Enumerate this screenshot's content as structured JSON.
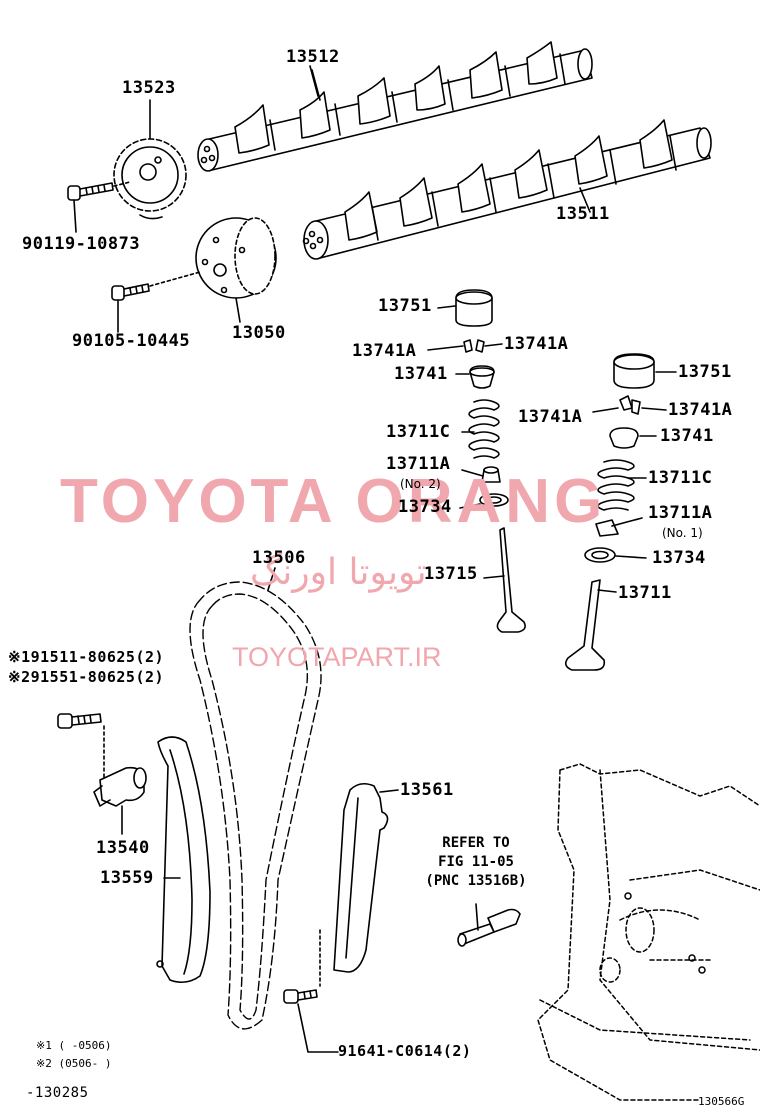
{
  "parts": {
    "p13512": "13512",
    "p13523": "13523",
    "p90119": "90119-10873",
    "p13511": "13511",
    "p90105": "90105-10445",
    "p13050": "13050",
    "p13751a": "13751",
    "p13741Aa": "13741A",
    "p13741Ab": "13741A",
    "p13741a": "13741",
    "p13711Ca": "13711C",
    "p13711Aa": "13711A",
    "no2": "(No. 2)",
    "p13734a": "13734",
    "p13751b": "13751",
    "p13741Ac": "13741A",
    "p13741Ad": "13741A",
    "p13741b": "13741",
    "p13711Cb": "13711C",
    "p13711Ab": "13711A",
    "no1": "(No. 1)",
    "p13734b": "13734",
    "p13506": "13506",
    "p13715": "13715",
    "p13711": "13711",
    "p91511": "※191511-80625(2)",
    "p91551": "※291551-80625(2)",
    "p13561": "13561",
    "p13540": "13540",
    "p13559": "13559",
    "p91641": "91641-C0614(2)"
  },
  "refer": {
    "line1": "REFER TO",
    "line2": "FIG 11-05",
    "line3": "(PNC 13516B)"
  },
  "notes": {
    "n1": "※1  (          -0506)",
    "n2": "※2  (0506-          )",
    "code": "-130285",
    "fig": "130566G"
  },
  "watermark": {
    "brand": "TOYOTA ORANG",
    "persian": "تویوتا اورنگ",
    "site": "TOYOTAPART.IR"
  }
}
